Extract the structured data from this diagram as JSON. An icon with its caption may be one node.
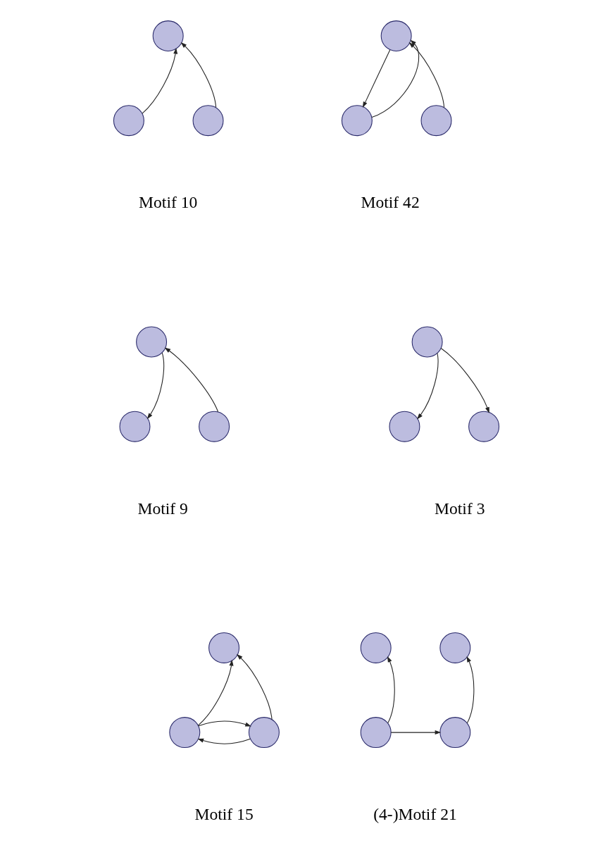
{
  "diagram": {
    "nodes": [
      {
        "text": [],
        "shape": "circle"
      },
      {
        "text": [],
        "shape": "circle"
      },
      {
        "text": [],
        "shape": "circle"
      },
      {
        "text": [],
        "shape": "circle"
      },
      {
        "text": [],
        "shape": "circle"
      },
      {
        "text": [],
        "shape": "circle"
      },
      {
        "text": [],
        "shape": "circle"
      },
      {
        "text": [],
        "shape": "circle"
      },
      {
        "text": [],
        "shape": "circle"
      },
      {
        "text": [],
        "shape": "circle"
      },
      {
        "text": [],
        "shape": "circle"
      },
      {
        "text": [],
        "shape": "circle"
      },
      {
        "text": [],
        "shape": "circle"
      },
      {
        "text": [],
        "shape": "circle"
      },
      {
        "text": [],
        "shape": "circle"
      },
      {
        "text": [],
        "shape": "circle"
      },
      {
        "text": [],
        "shape": "circle"
      },
      {
        "text": [],
        "shape": "circle"
      },
      {
        "text": [],
        "shape": "circle"
      }
    ],
    "edges": [
      {
        "from": 1,
        "to": 0,
        "arrow": "to"
      },
      {
        "from": 2,
        "to": 0,
        "arrow": "to"
      },
      {
        "from": 3,
        "to": 4,
        "arrow": "to"
      },
      {
        "from": 4,
        "to": 3,
        "arrow": "to"
      },
      {
        "from": 5,
        "to": 3,
        "arrow": "to"
      },
      {
        "from": 6,
        "to": 7,
        "arrow": "to"
      },
      {
        "from": 6,
        "to": 8,
        "arrow": "to"
      },
      {
        "from": 9,
        "to": 10,
        "arrow": "to"
      },
      {
        "from": 11,
        "to": 9,
        "arrow": "to"
      },
      {
        "from": 13,
        "to": 12,
        "arrow": "to"
      },
      {
        "from": 14,
        "to": 12,
        "arrow": "to"
      },
      {
        "from": 14,
        "to": 13,
        "arrow": "to"
      },
      {
        "from": 13,
        "to": 14,
        "arrow": "to"
      },
      {
        "from": 17,
        "to": 15,
        "arrow": "to"
      },
      {
        "from": 17,
        "to": 18,
        "arrow": "to"
      },
      {
        "from": 18,
        "to": 16,
        "arrow": "to"
      }
    ],
    "labels": [
      "Motif 10",
      "Motif 42",
      "Motif 3",
      "Motif 9",
      "Motif 15",
      "(4-)Motif 21"
    ]
  }
}
